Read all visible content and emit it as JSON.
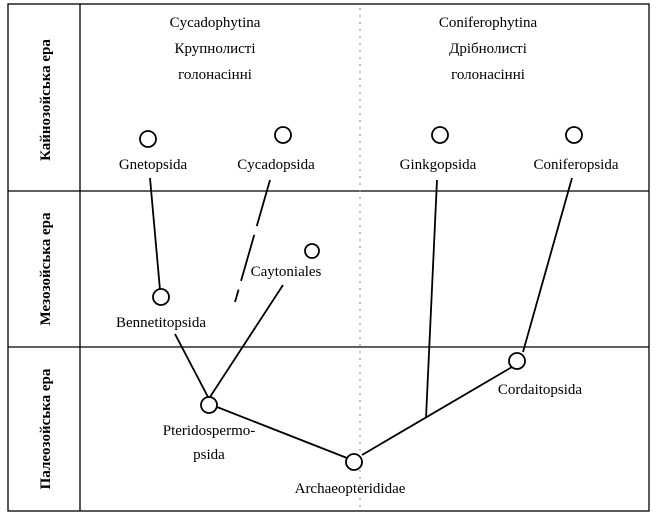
{
  "eras": {
    "cenozoic": "Кайнозойська ера",
    "mesozoic": "Мезозойська ера",
    "paleozoic": "Палеозойська ера"
  },
  "groups": {
    "cycado": {
      "title": "Cycadophytina",
      "line2": "Крупнолисті",
      "line3": "голонасінні"
    },
    "conifero": {
      "title": "Coniferophytina",
      "line2": "Дрібнолисті",
      "line3": "голонасінні"
    }
  },
  "taxa": {
    "gnetopsida": "Gnetopsida",
    "cycadopsida": "Cycadopsida",
    "ginkgopsida": "Ginkgopsida",
    "coniferopsida": "Coniferopsida",
    "caytoniales": "Caytoniales",
    "bennetitopsida": "Bennetitopsida",
    "pteridospermopsida_1": "Pteridospermo-",
    "pteridospermopsida_2": "psida",
    "cordaitopsida": "Cordaitopsida",
    "archaeopteridid": "Archaeopterididae"
  }
}
